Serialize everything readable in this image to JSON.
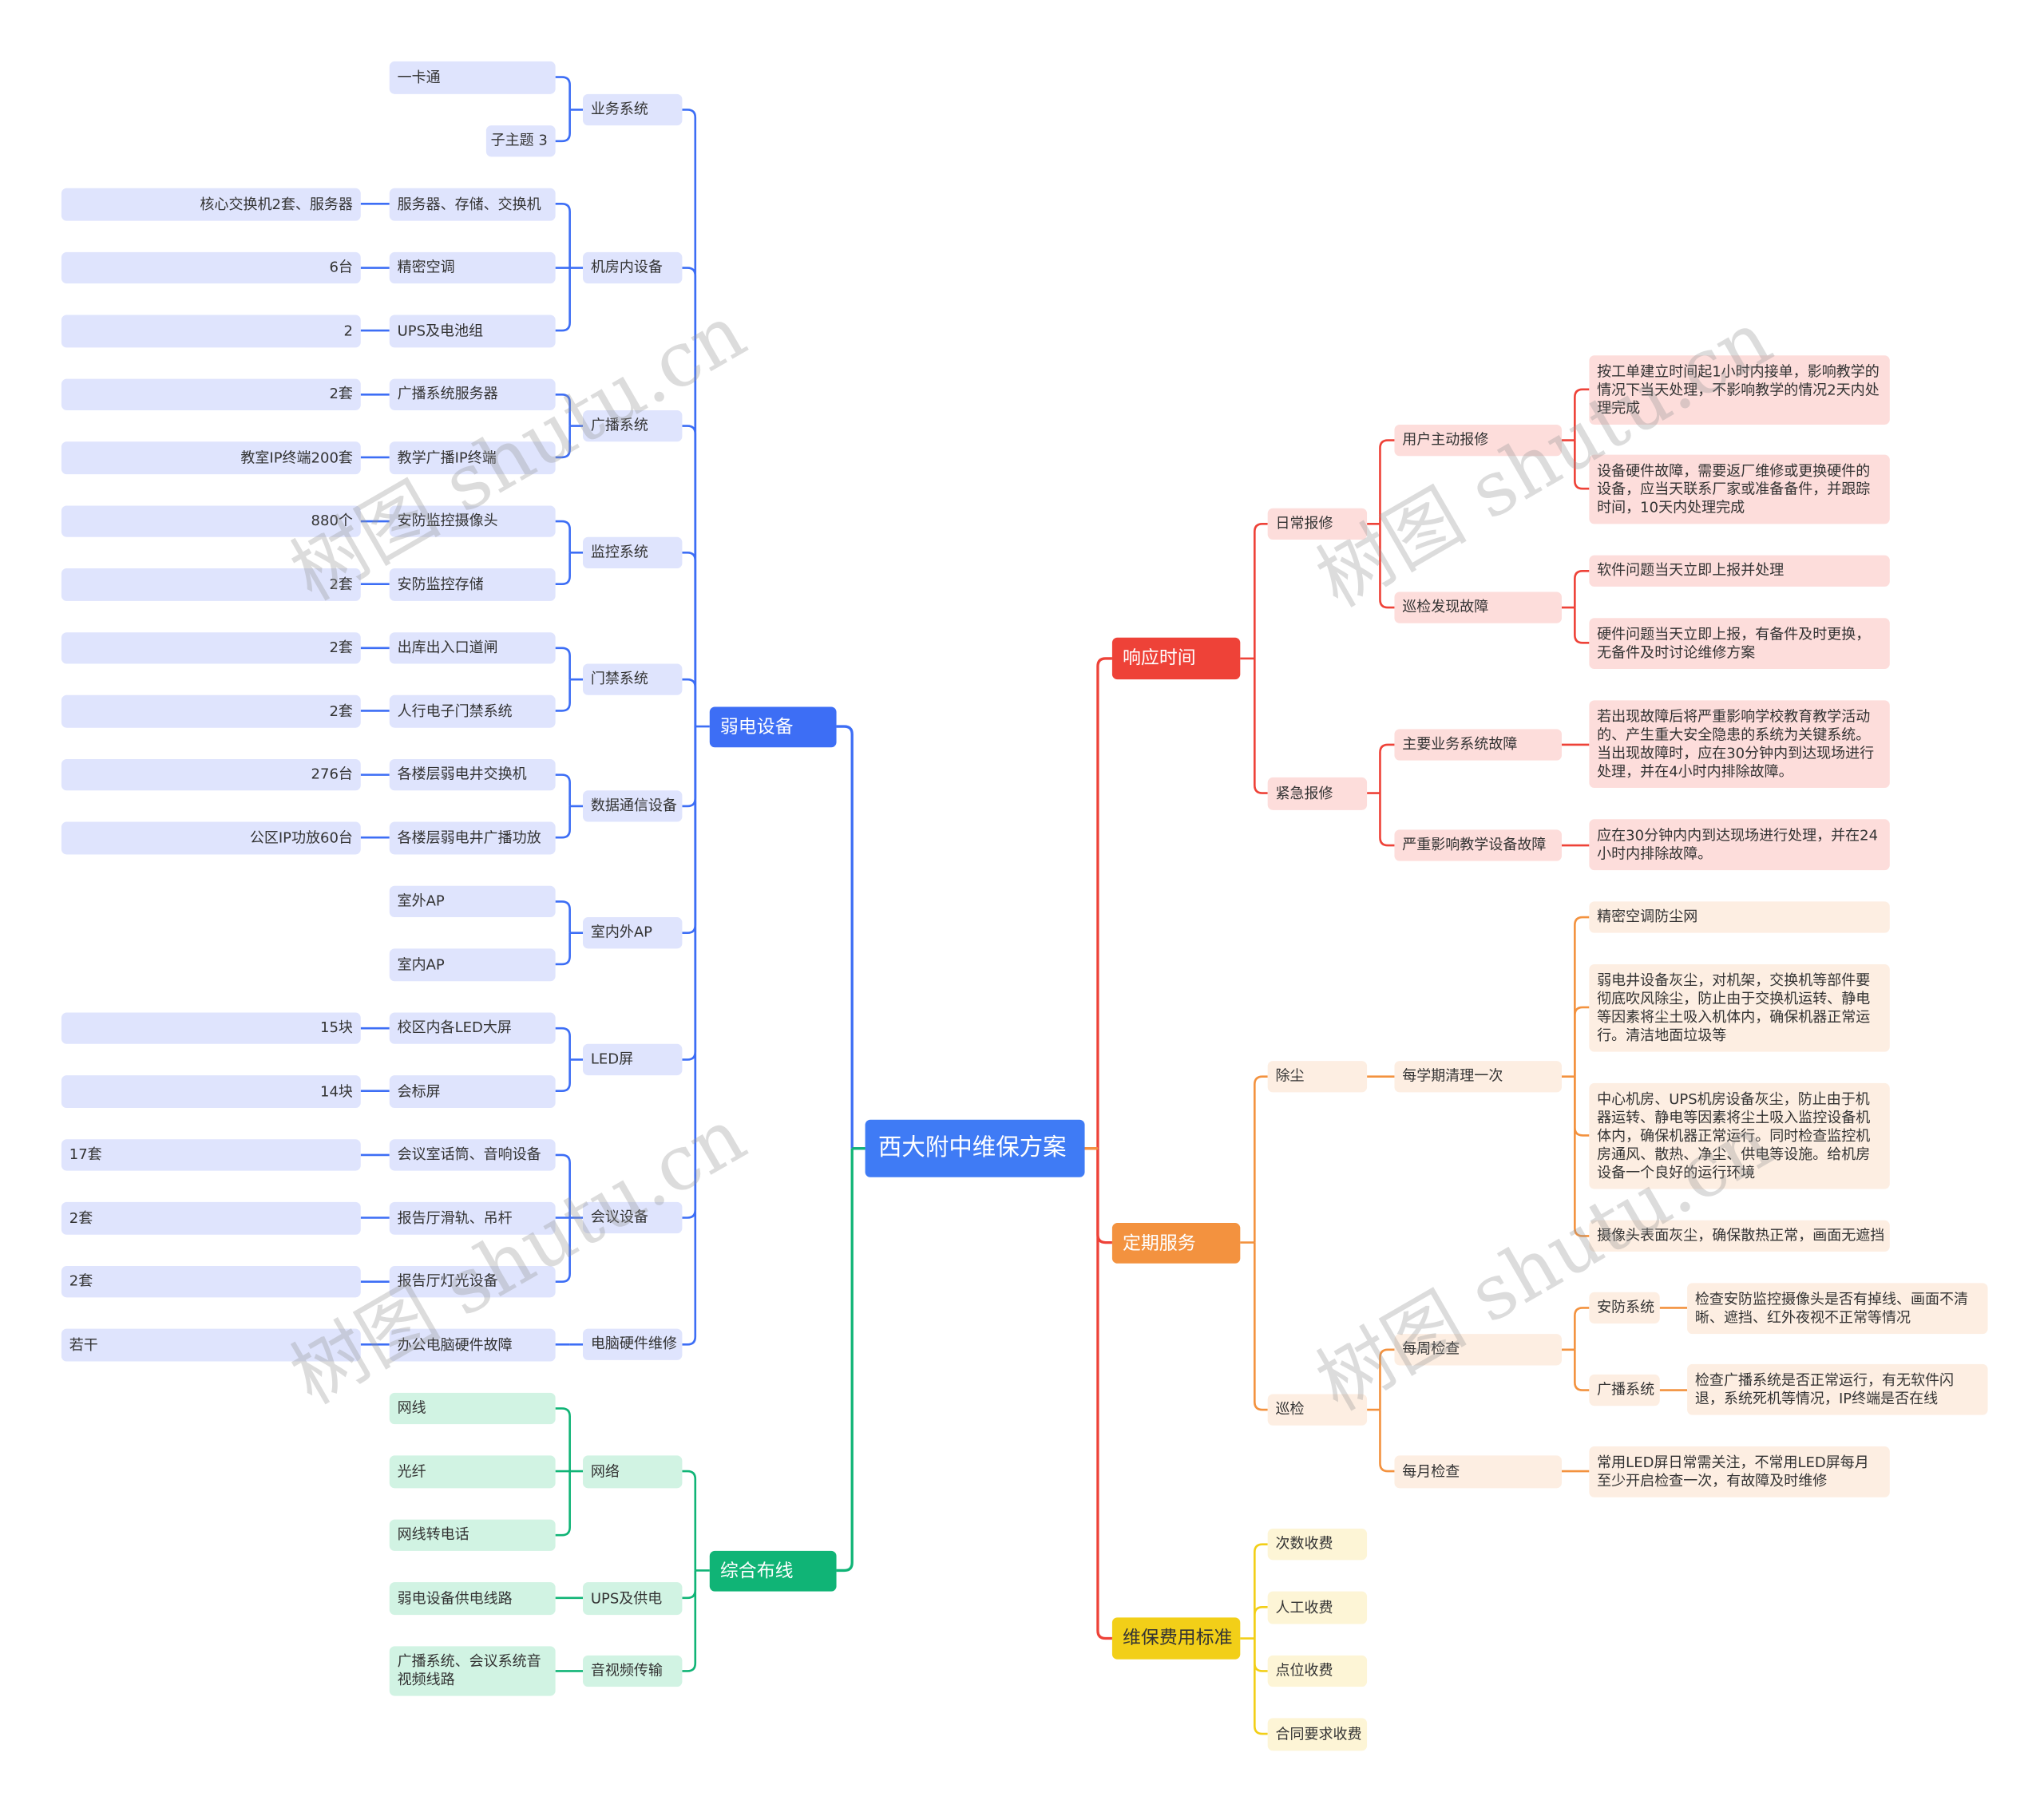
{
  "root": "西大附中维保方案",
  "colors": {
    "weak": "#3d6ef5",
    "wiring": "#10b476",
    "response": "#ee4238",
    "periodic": "#f3923f",
    "fee": "#f2cf18"
  },
  "weak": {
    "label": "弱电设备",
    "groups": {
      "business": "业务系统",
      "machine_room": "机房内设备",
      "broadcast": "广播系统",
      "monitor": "监控系统",
      "access": "门禁系统",
      "datacomm": "数据通信设备",
      "ap": "室内外AP",
      "led": "LED屏",
      "meeting": "会议设备",
      "pc": "电脑硬件维修"
    },
    "items": {
      "card": "一卡通",
      "sub3": "子主题 3",
      "servers": "服务器、存储、交换机",
      "servers_v": "核心交换机2套、服务器",
      "ac": "精密空调",
      "ac_v": "6台",
      "ups": "UPS及电池组",
      "ups_v": "2",
      "bserver": "广播系统服务器",
      "bserver_v": "2套",
      "bterm": "教学广播IP终端",
      "bterm_v": "教室IP终端200套",
      "cam": "安防监控摄像头",
      "cam_v": "880个",
      "store": "安防监控存储",
      "store_v": "2套",
      "gate": "出库出入口道闸",
      "gate_v": "2套",
      "door": "人行电子门禁系统",
      "door_v": "2套",
      "switch": "各楼层弱电井交换机",
      "switch_v": "276台",
      "amp": "各楼层弱电井广播功放",
      "amp_v": "公区IP功放60台",
      "apout": "室外AP",
      "apin": "室内AP",
      "ledbig": "校区内各LED大屏",
      "ledbig_v": "15块",
      "ledmeet": "会标屏",
      "ledmeet_v": "14块",
      "mic": "会议室话筒、音响设备",
      "mic_v": "17套",
      "rail": "报告厅滑轨、吊杆",
      "rail_v": "2套",
      "light": "报告厅灯光设备",
      "light_v": "2套",
      "office": "办公电脑硬件故障",
      "office_v": "若干"
    }
  },
  "wiring": {
    "label": "综合布线",
    "net": "网络",
    "net_items": [
      "网线",
      "光纤",
      "网线转电话"
    ],
    "ups": "UPS及供电",
    "ups_item": "弱电设备供电线路",
    "av": "音视频传输",
    "av_item": "广播系统、会议系统音视频线路"
  },
  "response": {
    "label": "响应时间",
    "daily": "日常报修",
    "user": "用户主动报修",
    "user_1": "按工单建立时间起1小时内接单，影响教学的情况下当天处理，不影响教学的情况2天内处理完成",
    "user_2": "设备硬件故障，需要返厂维修或更换硬件的设备，应当天联系厂家或准备备件，并跟踪时间，10天内处理完成",
    "patrol": "巡检发现故障",
    "patrol_1": "软件问题当天立即上报并处理",
    "patrol_2": "硬件问题当天立即上报，有备件及时更换，无备件及时讨论维修方案",
    "urgent": "紧急报修",
    "major": "主要业务系统故障",
    "major_1": "若出现故障后将严重影响学校教育教学活动的、产生重大安全隐患的系统为关键系统。当出现故障时，应在30分钟内到达现场进行处理，并在4小时内排除故障。",
    "teach": "严重影响教学设备故障",
    "teach_1": "应在30分钟内内到达现场进行处理，并在24小时内排除故障。"
  },
  "periodic": {
    "label": "定期服务",
    "dust": "除尘",
    "term": "每学期清理一次",
    "dust_1": "精密空调防尘网",
    "dust_2": "弱电井设备灰尘，对机架，交换机等部件要彻底吹风除尘，防止由于交换机运转、静电等因素将尘土吸入机体内，确保机器正常运行。清洁地面垃圾等",
    "dust_3": "中心机房、UPS机房设备灰尘，防止由于机器运转、静电等因素将尘土吸入监控设备机体内，确保机器正常运行。同时检查监控机房通风、散热、净尘、供电等设施。给机房设备一个良好的运行环境",
    "dust_4": "摄像头表面灰尘，确保散热正常，画面无遮挡",
    "inspect": "巡检",
    "weekly": "每周检查",
    "security": "安防系统",
    "security_1": "检查安防监控摄像头是否有掉线、画面不清晰、遮挡、红外夜视不正常等情况",
    "broadcast": "广播系统",
    "broadcast_1": "检查广播系统是否正常运行，有无软件闪退，系统死机等情况，IP终端是否在线",
    "monthly": "每月检查",
    "monthly_1": "常用LED屏日常需关注，不常用LED屏每月至少开启检查一次，有故障及时维修"
  },
  "fee": {
    "label": "维保费用标准",
    "items": [
      "次数收费",
      "人工收费",
      "点位收费",
      "合同要求收费"
    ]
  },
  "watermark": "树图 shutu.cn"
}
